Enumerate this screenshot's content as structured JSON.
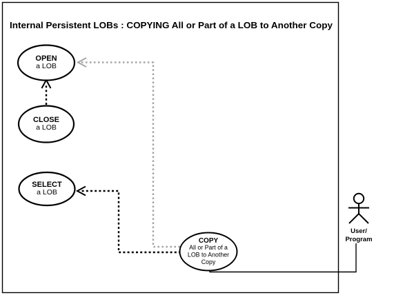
{
  "diagram": {
    "title": "Internal Persistent LOBs : COPYING All or Part of a LOB to Another Copy",
    "use_cases": {
      "open": {
        "line1": "OPEN",
        "line2": "a LOB"
      },
      "close": {
        "line1": "CLOSE",
        "line2": "a LOB"
      },
      "select": {
        "line1": "SELECT",
        "line2": "a LOB"
      },
      "copy": {
        "line1": "COPY",
        "line2": "All or Part of a",
        "line3": "LOB to Another",
        "line4": "Copy"
      }
    },
    "actor": {
      "line1": "User/",
      "line2": "Program"
    },
    "colors": {
      "line_black": "#000000",
      "dependency_gray": "#a6a6a6",
      "background": "#ffffff"
    }
  }
}
